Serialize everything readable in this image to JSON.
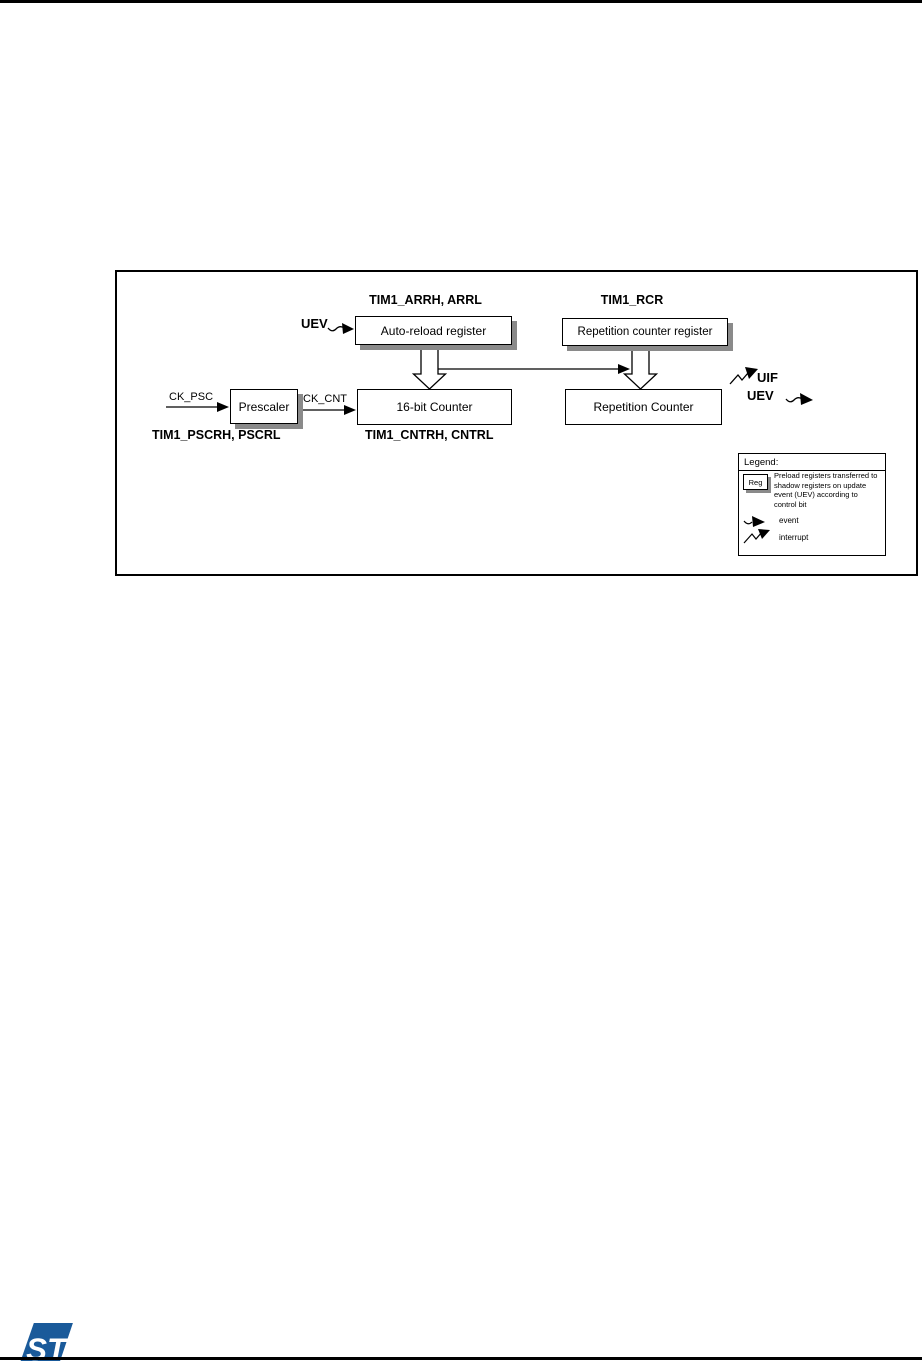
{
  "page": {
    "bg": "#ffffff",
    "rule_color": "#000000"
  },
  "logo": {
    "name": "st-microelectronics-logo",
    "color": "#1a5a9a",
    "text": "ST"
  },
  "figure": {
    "labels": {
      "tim1_arrh": "TIM1_ARRH, ARRL",
      "tim1_rcr": "TIM1_RCR",
      "uev_in": "UEV",
      "ck_psc": "CK_PSC",
      "ck_cnt": "CK_CNT",
      "tim1_pscr": "TIM1_PSCRH, PSCRL",
      "tim1_cntr": "TIM1_CNTRH, CNTRL",
      "uif": "UIF",
      "uev_out": "UEV"
    },
    "blocks": {
      "auto_reload": "Auto-reload register",
      "repetition_counter_register": "Repetition counter register",
      "prescaler": "Prescaler",
      "counter_16bit": "16-bit Counter",
      "repetition_counter": "Repetition Counter"
    },
    "legend": {
      "title": "Legend:",
      "reg_box": "Reg",
      "reg_text": "Preload registers transferred to shadow registers on update event (UEV) according to control bit",
      "event": "event",
      "interrupt": "interrupt"
    },
    "colors": {
      "line": "#000000",
      "box_shadow": "#8a8a8a",
      "box_fill": "#ffffff"
    }
  }
}
